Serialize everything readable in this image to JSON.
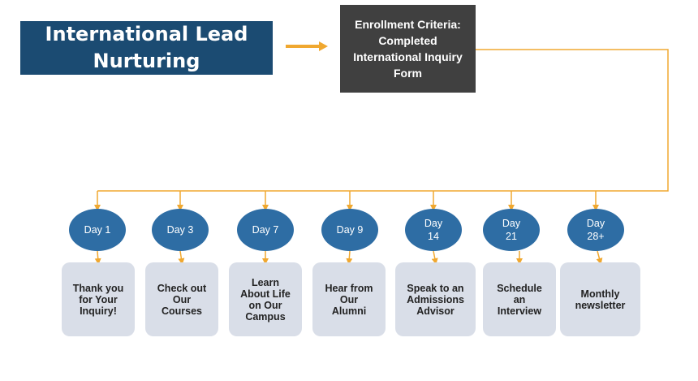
{
  "title": "International Lead\nNurturing",
  "criteria": "Enrollment Criteria:\nCompleted\nInternational Inquiry\nForm",
  "colors": {
    "title_bg": "#1b4b72",
    "criteria_bg": "#404040",
    "connector": "#f0a830",
    "day_fill": "#2e6da4",
    "step_fill": "#d9dee8"
  },
  "steps": [
    {
      "day": "Day 1",
      "label": "Thank you\nfor Your\nInquiry!"
    },
    {
      "day": "Day 3",
      "label": "Check out\nOur\nCourses"
    },
    {
      "day": "Day 7",
      "label": "Learn\nAbout Life\non Our\nCampus"
    },
    {
      "day": "Day 9",
      "label": "Hear from\nOur\nAlumni"
    },
    {
      "day": "Day\n14",
      "label": "Speak to an\nAdmissions\nAdvisor"
    },
    {
      "day": "Day\n21",
      "label": "Schedule\nan\nInterview"
    },
    {
      "day": "Day\n28+",
      "label": "Monthly\nnewsletter"
    }
  ]
}
